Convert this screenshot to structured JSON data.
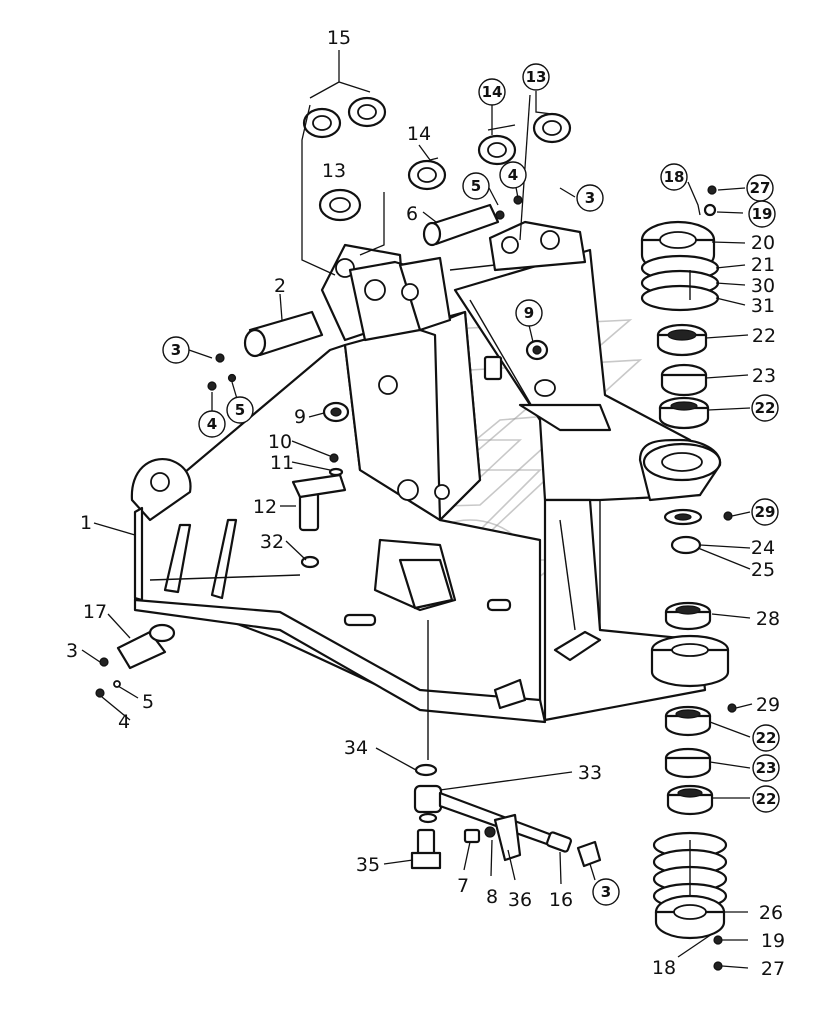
{
  "labels": [
    {
      "text": "15",
      "circled": false
    },
    {
      "text": "14",
      "circled": true
    },
    {
      "text": "13",
      "circled": true
    },
    {
      "text": "14",
      "circled": false
    },
    {
      "text": "13",
      "circled": false
    },
    {
      "text": "5",
      "circled": true
    },
    {
      "text": "4",
      "circled": true
    },
    {
      "text": "3",
      "circled": true
    },
    {
      "text": "6",
      "circled": false
    },
    {
      "text": "18",
      "circled": true
    },
    {
      "text": "27",
      "circled": true
    },
    {
      "text": "19",
      "circled": true
    },
    {
      "text": "20",
      "circled": false
    },
    {
      "text": "21",
      "circled": false
    },
    {
      "text": "30",
      "circled": false
    },
    {
      "text": "31",
      "circled": false
    },
    {
      "text": "2",
      "circled": false
    },
    {
      "text": "9",
      "circled": true
    },
    {
      "text": "3",
      "circled": true
    },
    {
      "text": "22",
      "circled": false
    },
    {
      "text": "23",
      "circled": false
    },
    {
      "text": "4",
      "circled": true
    },
    {
      "text": "5",
      "circled": true
    },
    {
      "text": "9",
      "circled": false
    },
    {
      "text": "22",
      "circled": true
    },
    {
      "text": "10",
      "circled": false
    },
    {
      "text": "11",
      "circled": false
    },
    {
      "text": "12",
      "circled": false
    },
    {
      "text": "29",
      "circled": true
    },
    {
      "text": "1",
      "circled": false
    },
    {
      "text": "32",
      "circled": false
    },
    {
      "text": "24",
      "circled": false
    },
    {
      "text": "25",
      "circled": false
    },
    {
      "text": "17",
      "circled": false
    },
    {
      "text": "28",
      "circled": false
    },
    {
      "text": "3",
      "circled": false
    },
    {
      "text": "5",
      "circled": false
    },
    {
      "text": "4",
      "circled": false
    },
    {
      "text": "29",
      "circled": false
    },
    {
      "text": "34",
      "circled": false
    },
    {
      "text": "33",
      "circled": false
    },
    {
      "text": "22",
      "circled": true
    },
    {
      "text": "23",
      "circled": true
    },
    {
      "text": "22",
      "circled": true
    },
    {
      "text": "35",
      "circled": false
    },
    {
      "text": "7",
      "circled": false
    },
    {
      "text": "8",
      "circled": false
    },
    {
      "text": "36",
      "circled": false
    },
    {
      "text": "16",
      "circled": false
    },
    {
      "text": "3",
      "circled": true
    },
    {
      "text": "26",
      "circled": false
    },
    {
      "text": "19",
      "circled": false
    },
    {
      "text": "18",
      "circled": false
    },
    {
      "text": "27",
      "circled": false
    }
  ]
}
